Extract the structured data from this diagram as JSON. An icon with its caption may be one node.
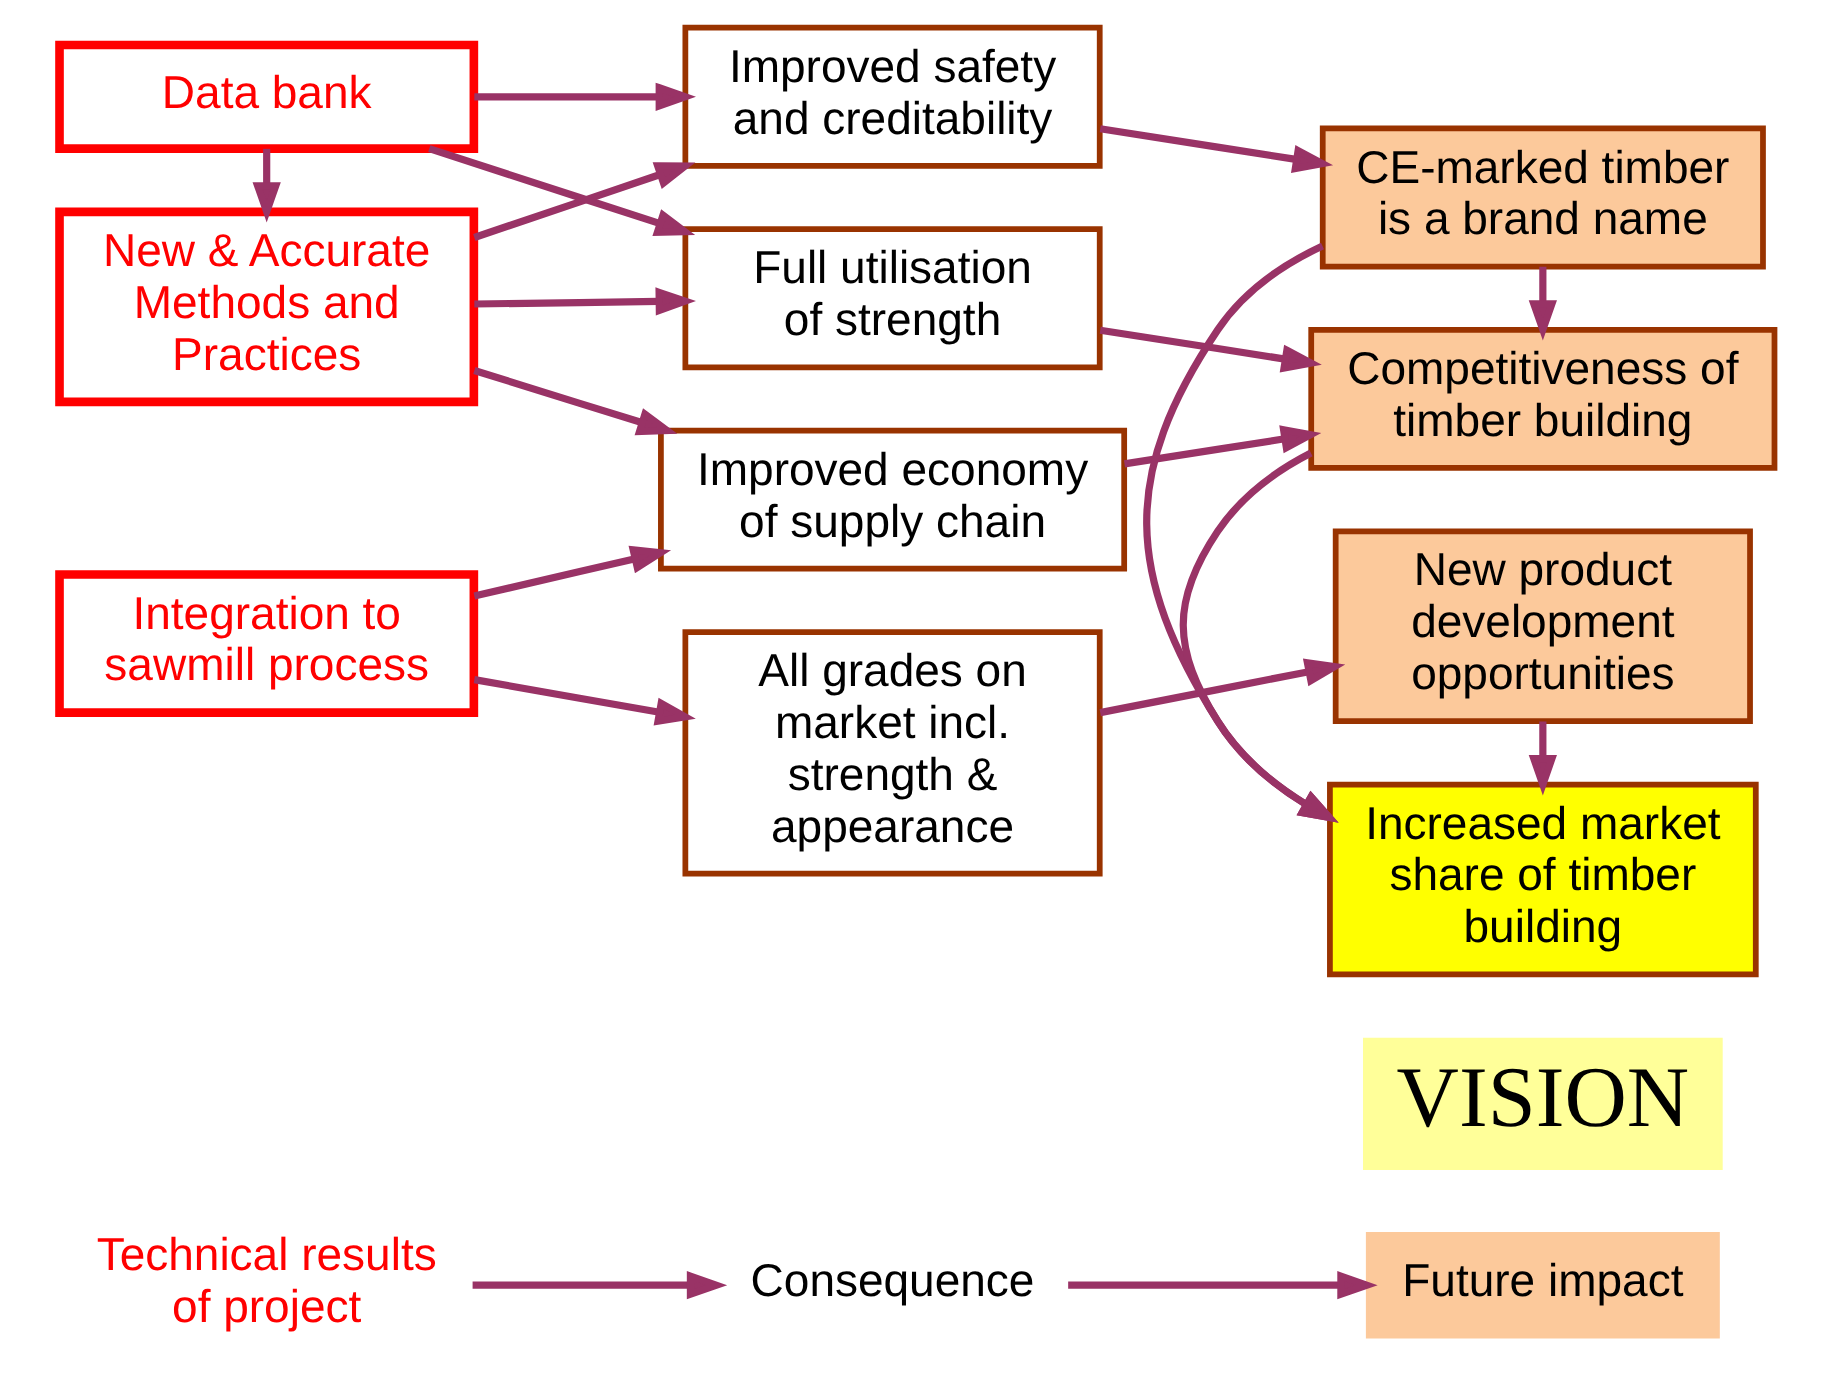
{
  "diagram": {
    "nodes": [
      {
        "text": [
          "Technical results of project"
        ]
      },
      {
        "text": [
          "Consequence"
        ]
      },
      {
        "text": [
          "VISION"
        ]
      },
      {
        "text": [
          "Future impact"
        ]
      },
      {
        "text": [
          "New & Accurate Methods and Practices"
        ]
      },
      {
        "text": [
          "Data bank"
        ]
      },
      {
        "text": [
          "Integration to sawmill process"
        ]
      },
      {
        "text": [
          "Full utilisation of strength"
        ]
      },
      {
        "text": [
          "Improved safety and creditability"
        ]
      },
      {
        "text": [
          "Improved economy of supply chain"
        ]
      },
      {
        "text": [
          "All grades on market incl. strength & appearance"
        ]
      },
      {
        "text": [
          "CE-marked timber is a brand name"
        ]
      },
      {
        "text": [
          "Competitiveness of timber building"
        ]
      },
      {
        "text": [
          "New product development opportunities"
        ]
      },
      {
        "text": [
          "Increased market share of timber building"
        ]
      }
    ],
    "edges": [
      {
        "from": 0,
        "to": 1,
        "arrow": "to"
      },
      {
        "from": 1,
        "to": 3,
        "arrow": "to"
      },
      {
        "from": 4,
        "to": 7,
        "arrow": "to"
      },
      {
        "from": 4,
        "to": 8,
        "arrow": "to"
      },
      {
        "from": 4,
        "to": 9,
        "arrow": "to"
      },
      {
        "from": 5,
        "to": 4,
        "arrow": "to"
      },
      {
        "from": 5,
        "to": 7,
        "arrow": "to"
      },
      {
        "from": 5,
        "to": 8,
        "arrow": "to"
      },
      {
        "from": 6,
        "to": 9,
        "arrow": "to"
      },
      {
        "from": 6,
        "to": 10,
        "arrow": "to"
      },
      {
        "from": 7,
        "to": 12,
        "arrow": "to"
      },
      {
        "from": 8,
        "to": 11,
        "arrow": "to"
      },
      {
        "from": 9,
        "to": 12,
        "arrow": "to"
      },
      {
        "from": 10,
        "to": 13,
        "arrow": "to"
      },
      {
        "from": 11,
        "to": 12,
        "arrow": "to"
      },
      {
        "from": 11,
        "to": 14,
        "arrow": "to"
      },
      {
        "from": 12,
        "to": 14,
        "arrow": "to"
      },
      {
        "from": 13,
        "to": 14,
        "arrow": "to"
      }
    ]
  }
}
